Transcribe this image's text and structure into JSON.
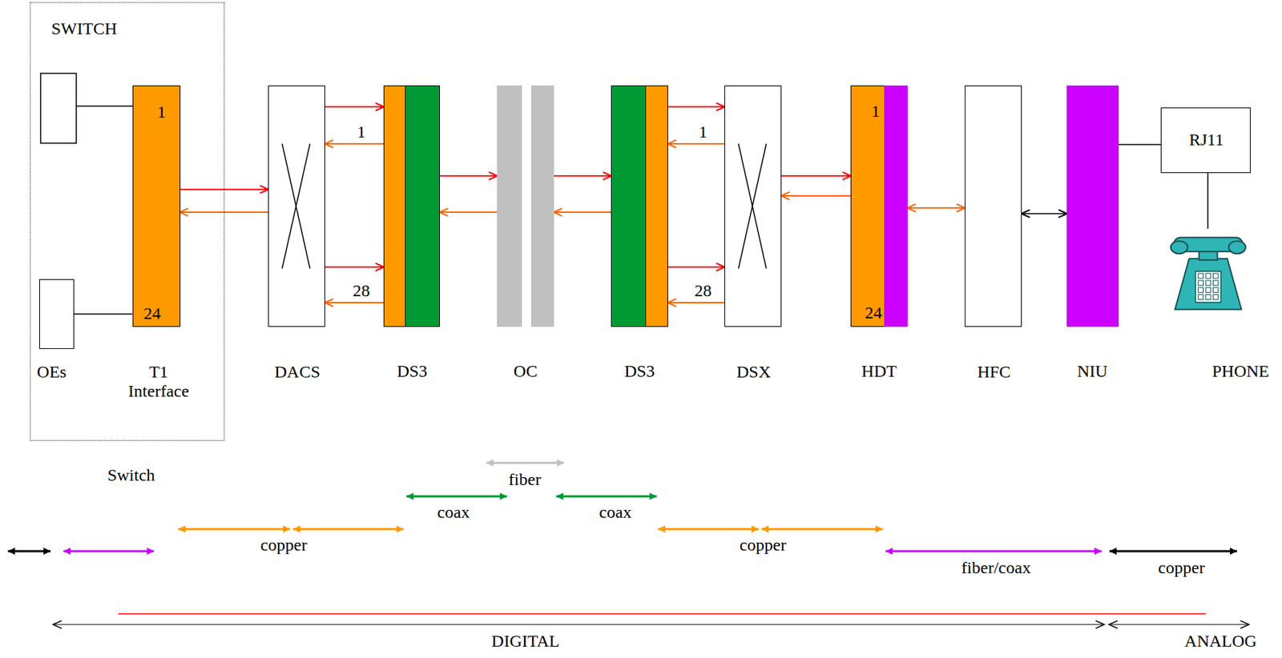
{
  "diagram": {
    "nodes": [
      {
        "text": [
          "SWITCH",
          "Switch"
        ]
      },
      {
        "text": [
          "OEs"
        ],
        "in": 0
      },
      {
        "text": [
          "1",
          "24",
          "T1 Interface"
        ],
        "in": 0
      },
      {
        "text": [
          "DACS"
        ]
      },
      {
        "text": [
          "DS3"
        ]
      },
      {
        "text": [
          "OC"
        ]
      },
      {
        "text": [
          "DS3"
        ]
      },
      {
        "text": [
          "DSX"
        ]
      },
      {
        "text": [
          "1",
          "24",
          "HDT"
        ]
      },
      {
        "text": [
          "HFC"
        ]
      },
      {
        "text": [
          "NIU"
        ]
      },
      {
        "text": [
          "RJ11"
        ]
      },
      {
        "text": [
          "PHONE"
        ]
      }
    ],
    "edges": [
      {
        "from": 1,
        "to": 2,
        "arrow": "none"
      },
      {
        "from": 2,
        "to": 3,
        "arrow": "to"
      },
      {
        "from": 3,
        "to": 2,
        "arrow": "to"
      },
      {
        "from": 3,
        "to": 4,
        "arrow": "to"
      },
      {
        "from": 4,
        "to": 3,
        "arrow": "to",
        "label": "1"
      },
      {
        "from": 3,
        "to": 4,
        "arrow": "to"
      },
      {
        "from": 4,
        "to": 3,
        "arrow": "to",
        "label": "28"
      },
      {
        "from": 4,
        "to": 5,
        "arrow": "to"
      },
      {
        "from": 5,
        "to": 4,
        "arrow": "to"
      },
      {
        "from": 5,
        "to": 6,
        "arrow": "to"
      },
      {
        "from": 6,
        "to": 5,
        "arrow": "to"
      },
      {
        "from": 6,
        "to": 7,
        "arrow": "to"
      },
      {
        "from": 7,
        "to": 6,
        "arrow": "to",
        "label": "1"
      },
      {
        "from": 6,
        "to": 7,
        "arrow": "to"
      },
      {
        "from": 7,
        "to": 6,
        "arrow": "to",
        "label": "28"
      },
      {
        "from": 7,
        "to": 8,
        "arrow": "to"
      },
      {
        "from": 8,
        "to": 7,
        "arrow": "to"
      },
      {
        "from": 8,
        "to": 9,
        "arrow": "both"
      },
      {
        "from": 9,
        "to": 10,
        "arrow": "both"
      },
      {
        "from": 10,
        "to": 11,
        "arrow": "none"
      },
      {
        "from": 11,
        "to": 12,
        "arrow": "none"
      }
    ],
    "labels": [
      "fiber",
      "coax",
      "coax",
      "copper",
      "copper",
      "fiber/coax",
      "copper",
      "DIGITAL",
      "ANALOG"
    ]
  }
}
